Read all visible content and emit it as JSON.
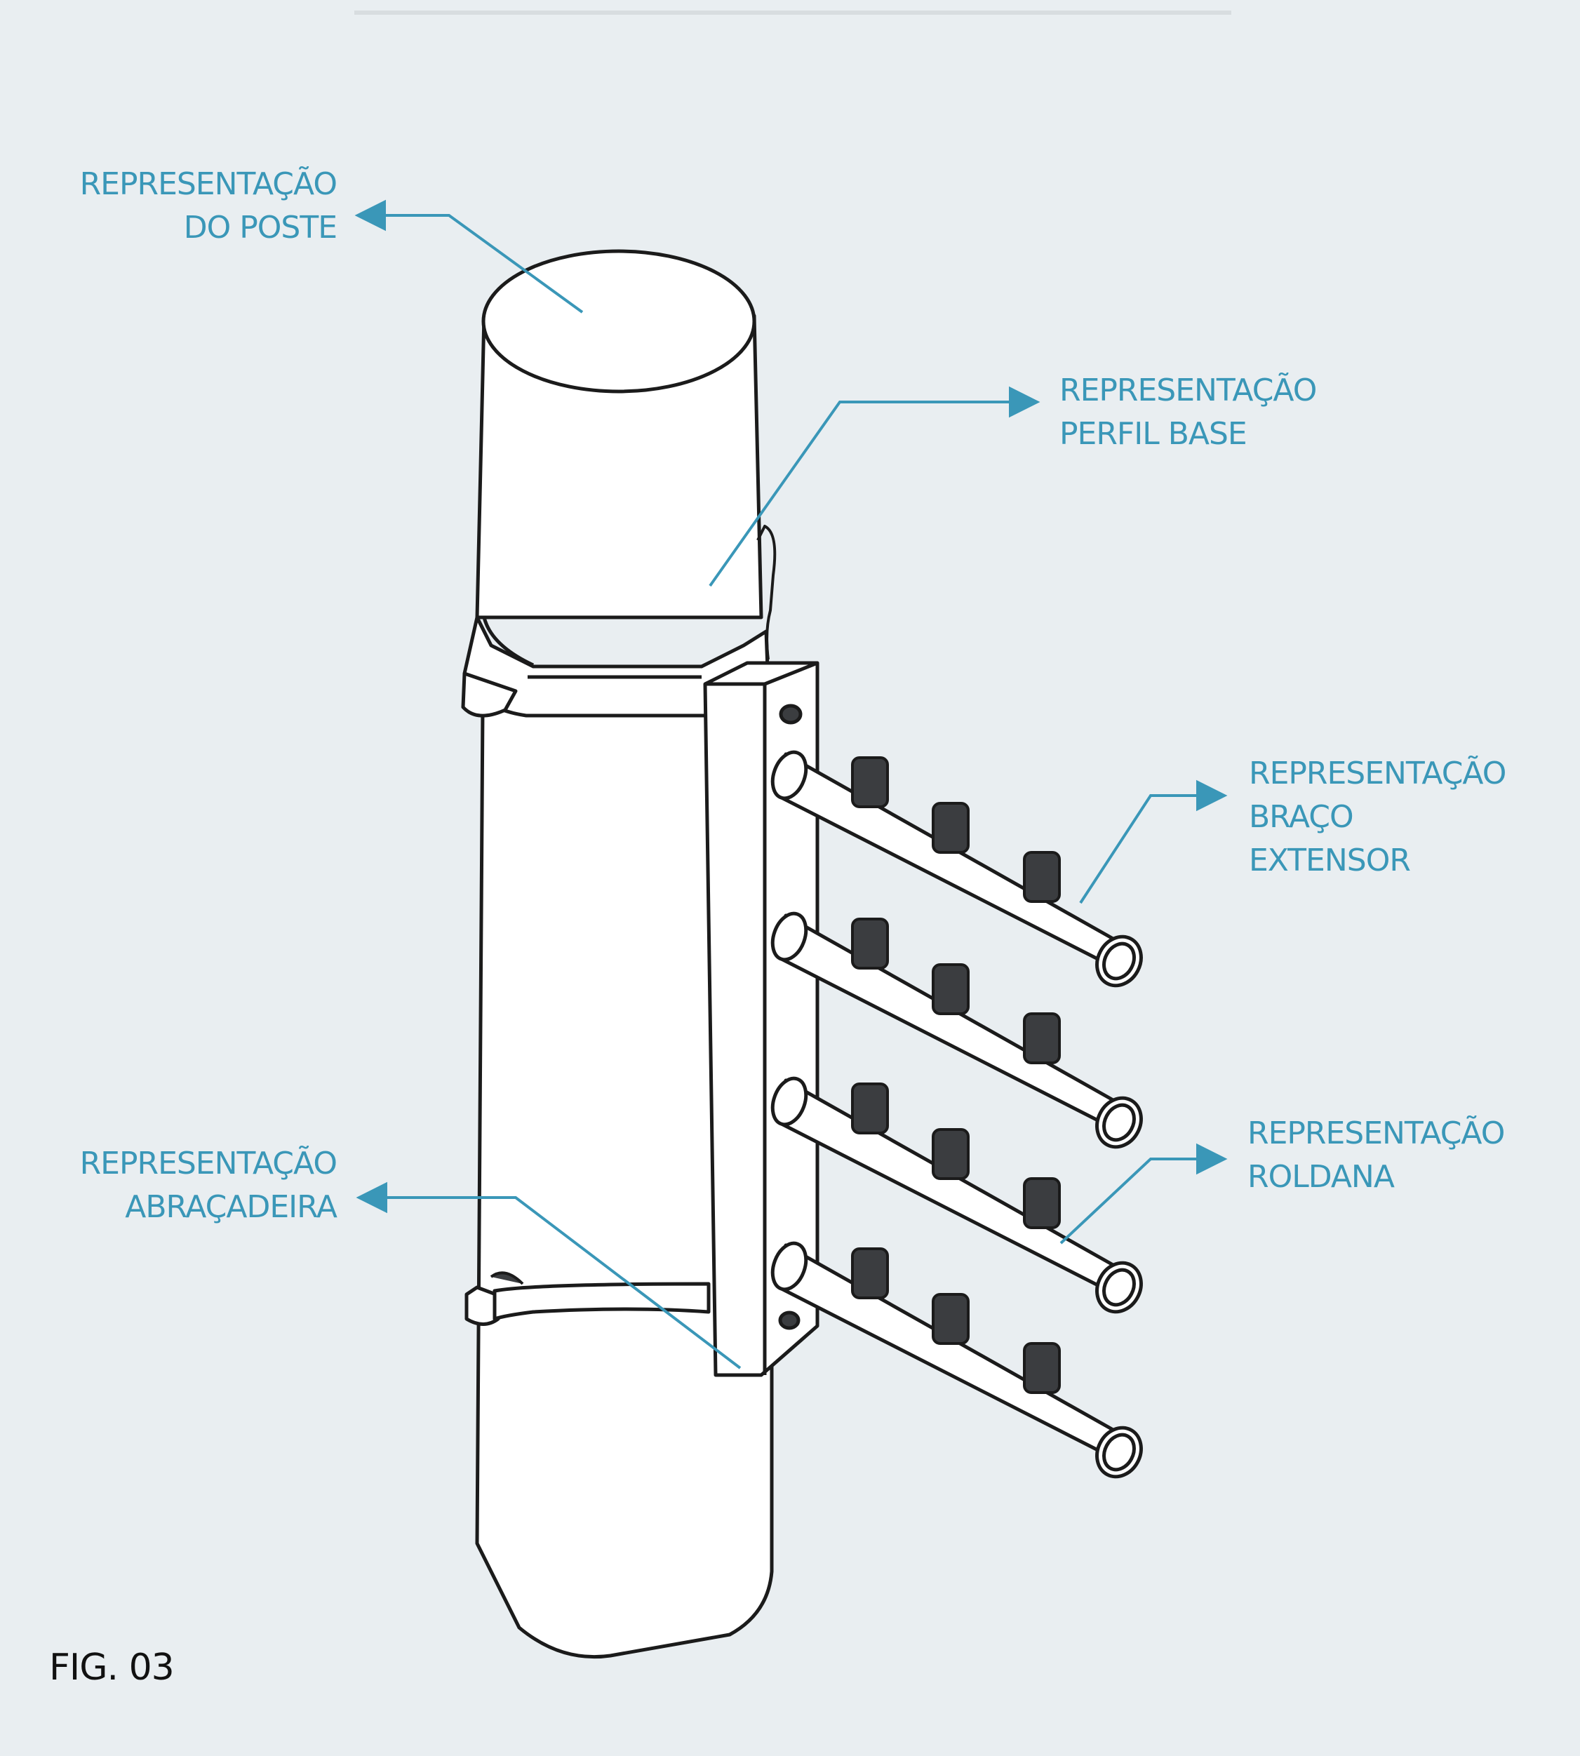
{
  "colors": {
    "background": "#e9eef1",
    "accent": "#3a97b8",
    "line": "#1b1b1b",
    "fill": "#ffffff",
    "pulley": "#3b3d40",
    "caption": "#111111"
  },
  "labels": {
    "poste": {
      "line1": "REPRESENTAÇÃO",
      "line2": "DO POSTE"
    },
    "perfil": {
      "line1": "REPRESENTAÇÃO",
      "line2": "PERFIL BASE"
    },
    "braco": {
      "line1": "REPRESENTAÇÃO",
      "line2": "BRAÇO",
      "line3": "EXTENSOR"
    },
    "abrac": {
      "line1": "REPRESENTAÇÃO",
      "line2": "ABRAÇADEIRA"
    },
    "roldana": {
      "line1": "REPRESENTAÇÃO",
      "line2": "ROLDANA"
    }
  },
  "figure": {
    "number": "FIG. 03"
  }
}
